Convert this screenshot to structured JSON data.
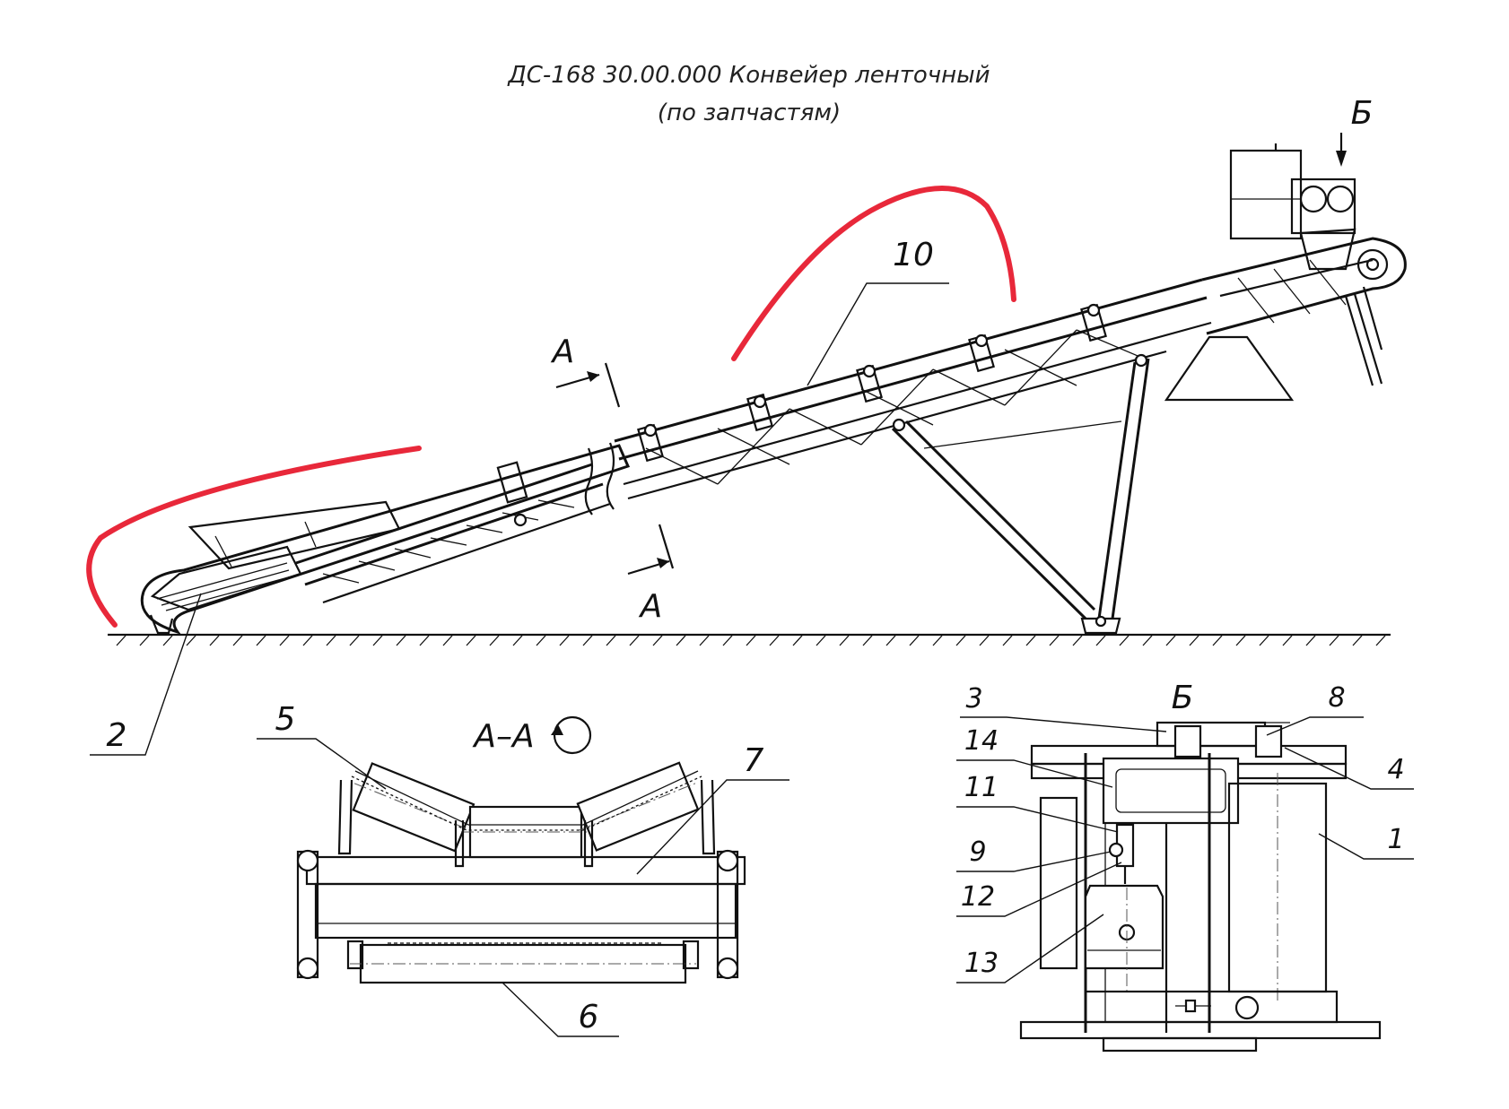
{
  "title": {
    "line1": "ДС-168 30.00.000 Конвейер ленточный",
    "line2": "(по запчастям)"
  },
  "section_labels": {
    "a_top": "А",
    "a_bottom": "А",
    "b_arrow": "Б",
    "section_aa": "А–А",
    "view_b": "Б"
  },
  "callouts": {
    "n1": "1",
    "n2": "2",
    "n3": "3",
    "n4": "4",
    "n5": "5",
    "n6": "6",
    "n7": "7",
    "n8": "8",
    "n9": "9",
    "n10": "10",
    "n11": "11",
    "n12": "12",
    "n13": "13",
    "n14": "14"
  },
  "colors": {
    "highlight": "#e8283a",
    "line": "#111111",
    "background": "#ffffff"
  },
  "icons": {
    "rotation": "rotation-circle-icon"
  }
}
